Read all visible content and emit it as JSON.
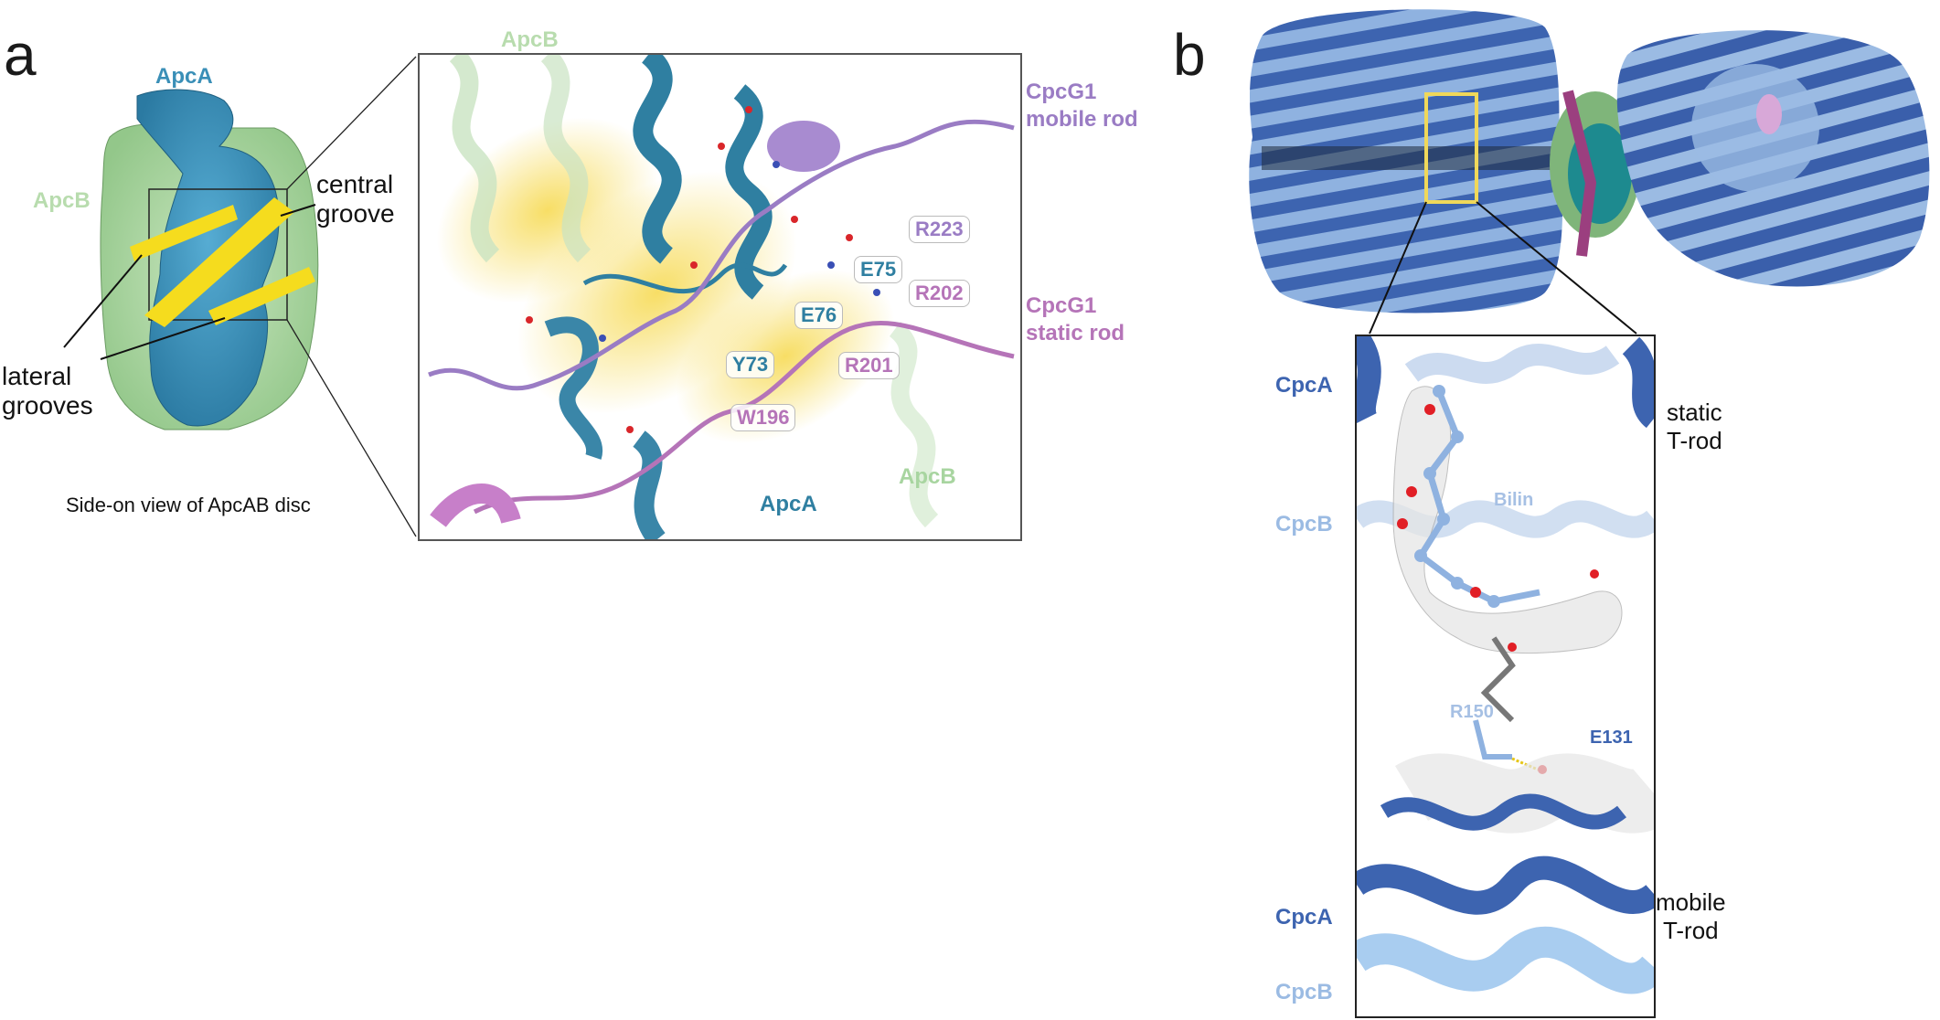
{
  "figure": {
    "panel_a": {
      "letter": "a",
      "overview": {
        "labels": {
          "apca": "ApcA",
          "apcb": "ApcB",
          "central_groove": [
            "central",
            "groove"
          ],
          "lateral_grooves": [
            "lateral",
            "grooves"
          ]
        },
        "caption": "Side-on view of ApcAB disc"
      },
      "inset": {
        "labels": {
          "apcb_top": "ApcB",
          "apcb_bottom": "ApcB",
          "apca_bottom": "ApcA",
          "cpcg1_mobile": [
            "CpcG1",
            "mobile rod"
          ],
          "cpcg1_static": [
            "CpcG1",
            "static rod"
          ]
        },
        "residues": [
          {
            "id": "R223",
            "color": "#9a7cc4"
          },
          {
            "id": "E75",
            "color": "#2f7fa1"
          },
          {
            "id": "R202",
            "color": "#b574b8"
          },
          {
            "id": "E76",
            "color": "#2f7fa1"
          },
          {
            "id": "Y73",
            "color": "#2f7fa1"
          },
          {
            "id": "R201",
            "color": "#b574b8"
          },
          {
            "id": "W196",
            "color": "#b574b8"
          }
        ]
      }
    },
    "panel_b": {
      "letter": "b",
      "inset": {
        "labels": {
          "cpca_top": "CpcA",
          "cpcb_top": "CpcB",
          "static_trod": [
            "static",
            "T-rod"
          ],
          "bilin": "Bilin",
          "r150": "R150",
          "e131": "E131",
          "cpca_bottom": "CpcA",
          "cpcb_bottom": "CpcB",
          "mobile_trod": [
            "mobile",
            "T-rod"
          ]
        }
      }
    },
    "colors": {
      "apca": "#3a8fb7",
      "apcb": "#a8d5a0",
      "groove_yellow": "#f5dc1e",
      "cpcg1_mobile": "#9a7cc4",
      "cpcg1_static": "#b574b8",
      "cpca": "#3d64b0",
      "cpcb": "#9bbbe3",
      "highlight_box": "#f0d85a"
    }
  }
}
